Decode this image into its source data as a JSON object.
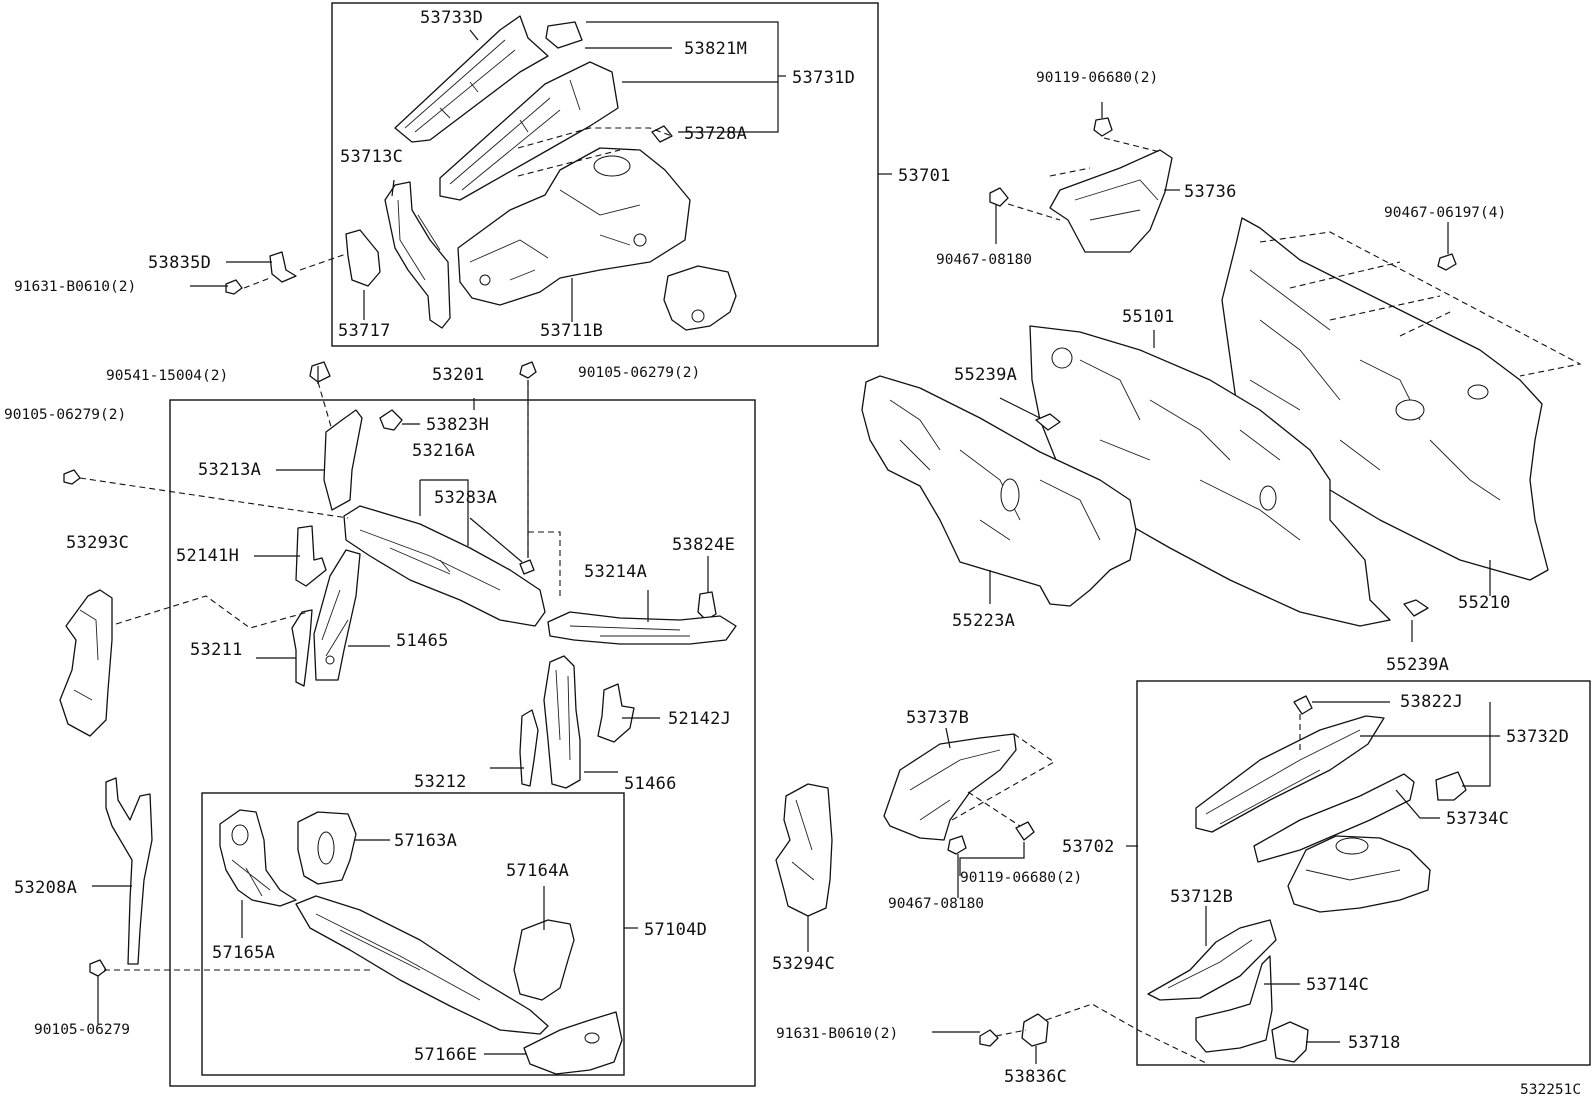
{
  "labels": {
    "p53733D": "53733D",
    "p53821M": "53821M",
    "p53731D": "53731D",
    "p53728A": "53728A",
    "p53713C": "53713C",
    "p53701": "53701",
    "p53835D": "53835D",
    "p91631_1": "91631-B0610(2)",
    "p53717": "53717",
    "p53711B": "53711B",
    "p90119_top": "90119-06680(2)",
    "p53736": "53736",
    "p90467_08180_top": "90467-08180",
    "p90467_06197": "90467-06197(4)",
    "p55101": "55101",
    "p55239A_1": "55239A",
    "p55223A": "55223A",
    "p55210": "55210",
    "p55239A_2": "55239A",
    "p90541": "90541-15004(2)",
    "p53201": "53201",
    "p90105_1": "90105-06279(2)",
    "p90105_2": "90105-06279(2)",
    "p53823H": "53823H",
    "p53213A": "53213A",
    "p53216A": "53216A",
    "p53283A": "53283A",
    "p53293C": "53293C",
    "p52141H": "52141H",
    "p53824E": "53824E",
    "p53214A": "53214A",
    "p53211": "53211",
    "p51465": "51465",
    "p52142J": "52142J",
    "p53212": "53212",
    "p51466": "51466",
    "p57163A": "57163A",
    "p57164A": "57164A",
    "p53208A": "53208A",
    "p57104D": "57104D",
    "p57165A": "57165A",
    "p57166E": "57166E",
    "p90105_3": "90105-06279",
    "p53294C": "53294C",
    "p53737B": "53737B",
    "p90119_bot": "90119-06680(2)",
    "p90467_08180_bot": "90467-08180",
    "p91631_2": "91631-B0610(2)",
    "p53836C": "53836C",
    "p53822J": "53822J",
    "p53732D": "53732D",
    "p53734C": "53734C",
    "p53702": "53702",
    "p53712B": "53712B",
    "p53714C": "53714C",
    "p53718": "53718",
    "figure_code": "532251C"
  }
}
